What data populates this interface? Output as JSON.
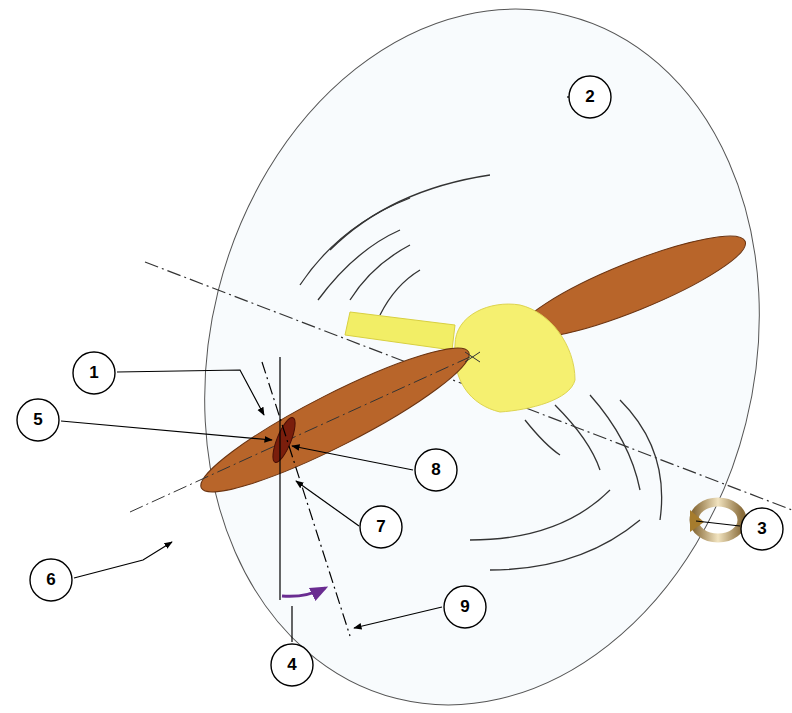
{
  "diagram": {
    "nodes": [
      {
        "text": [
          "2"
        ]
      },
      {
        "text": [
          "1"
        ]
      },
      {
        "text": [
          "5"
        ]
      },
      {
        "text": [
          "8"
        ]
      },
      {
        "text": [
          "7"
        ]
      },
      {
        "text": [
          "3"
        ]
      },
      {
        "text": [
          "6"
        ]
      },
      {
        "text": [
          "9"
        ]
      },
      {
        "text": [
          "4"
        ]
      }
    ]
  }
}
